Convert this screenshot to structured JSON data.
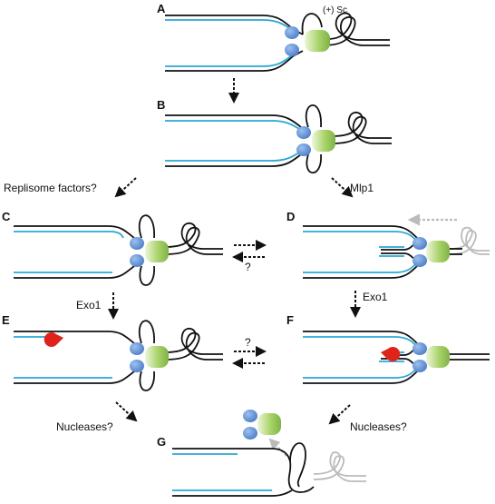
{
  "panels": {
    "a": "A",
    "b": "B",
    "c": "C",
    "d": "D",
    "e": "E",
    "f": "F",
    "g": "G"
  },
  "labels": {
    "supercoil": "(+) Sc",
    "replisome_factors": "Replisome factors?",
    "mlp1": "Mlp1",
    "exo1_left": "Exo1",
    "exo1_right": "Exo1",
    "nucleases_left": "Nucleases?",
    "nucleases_right": "Nucleases?",
    "q_cd": "?",
    "q_ef": "?"
  },
  "colors": {
    "parental_strand": "#111111",
    "nascent_strand": "#2aa7d6",
    "helicase_blue": "#5b8fd6",
    "polymerase_green": "#9fcf5a",
    "exo1_red": "#e0231a",
    "faded": "#bdbdbd"
  }
}
